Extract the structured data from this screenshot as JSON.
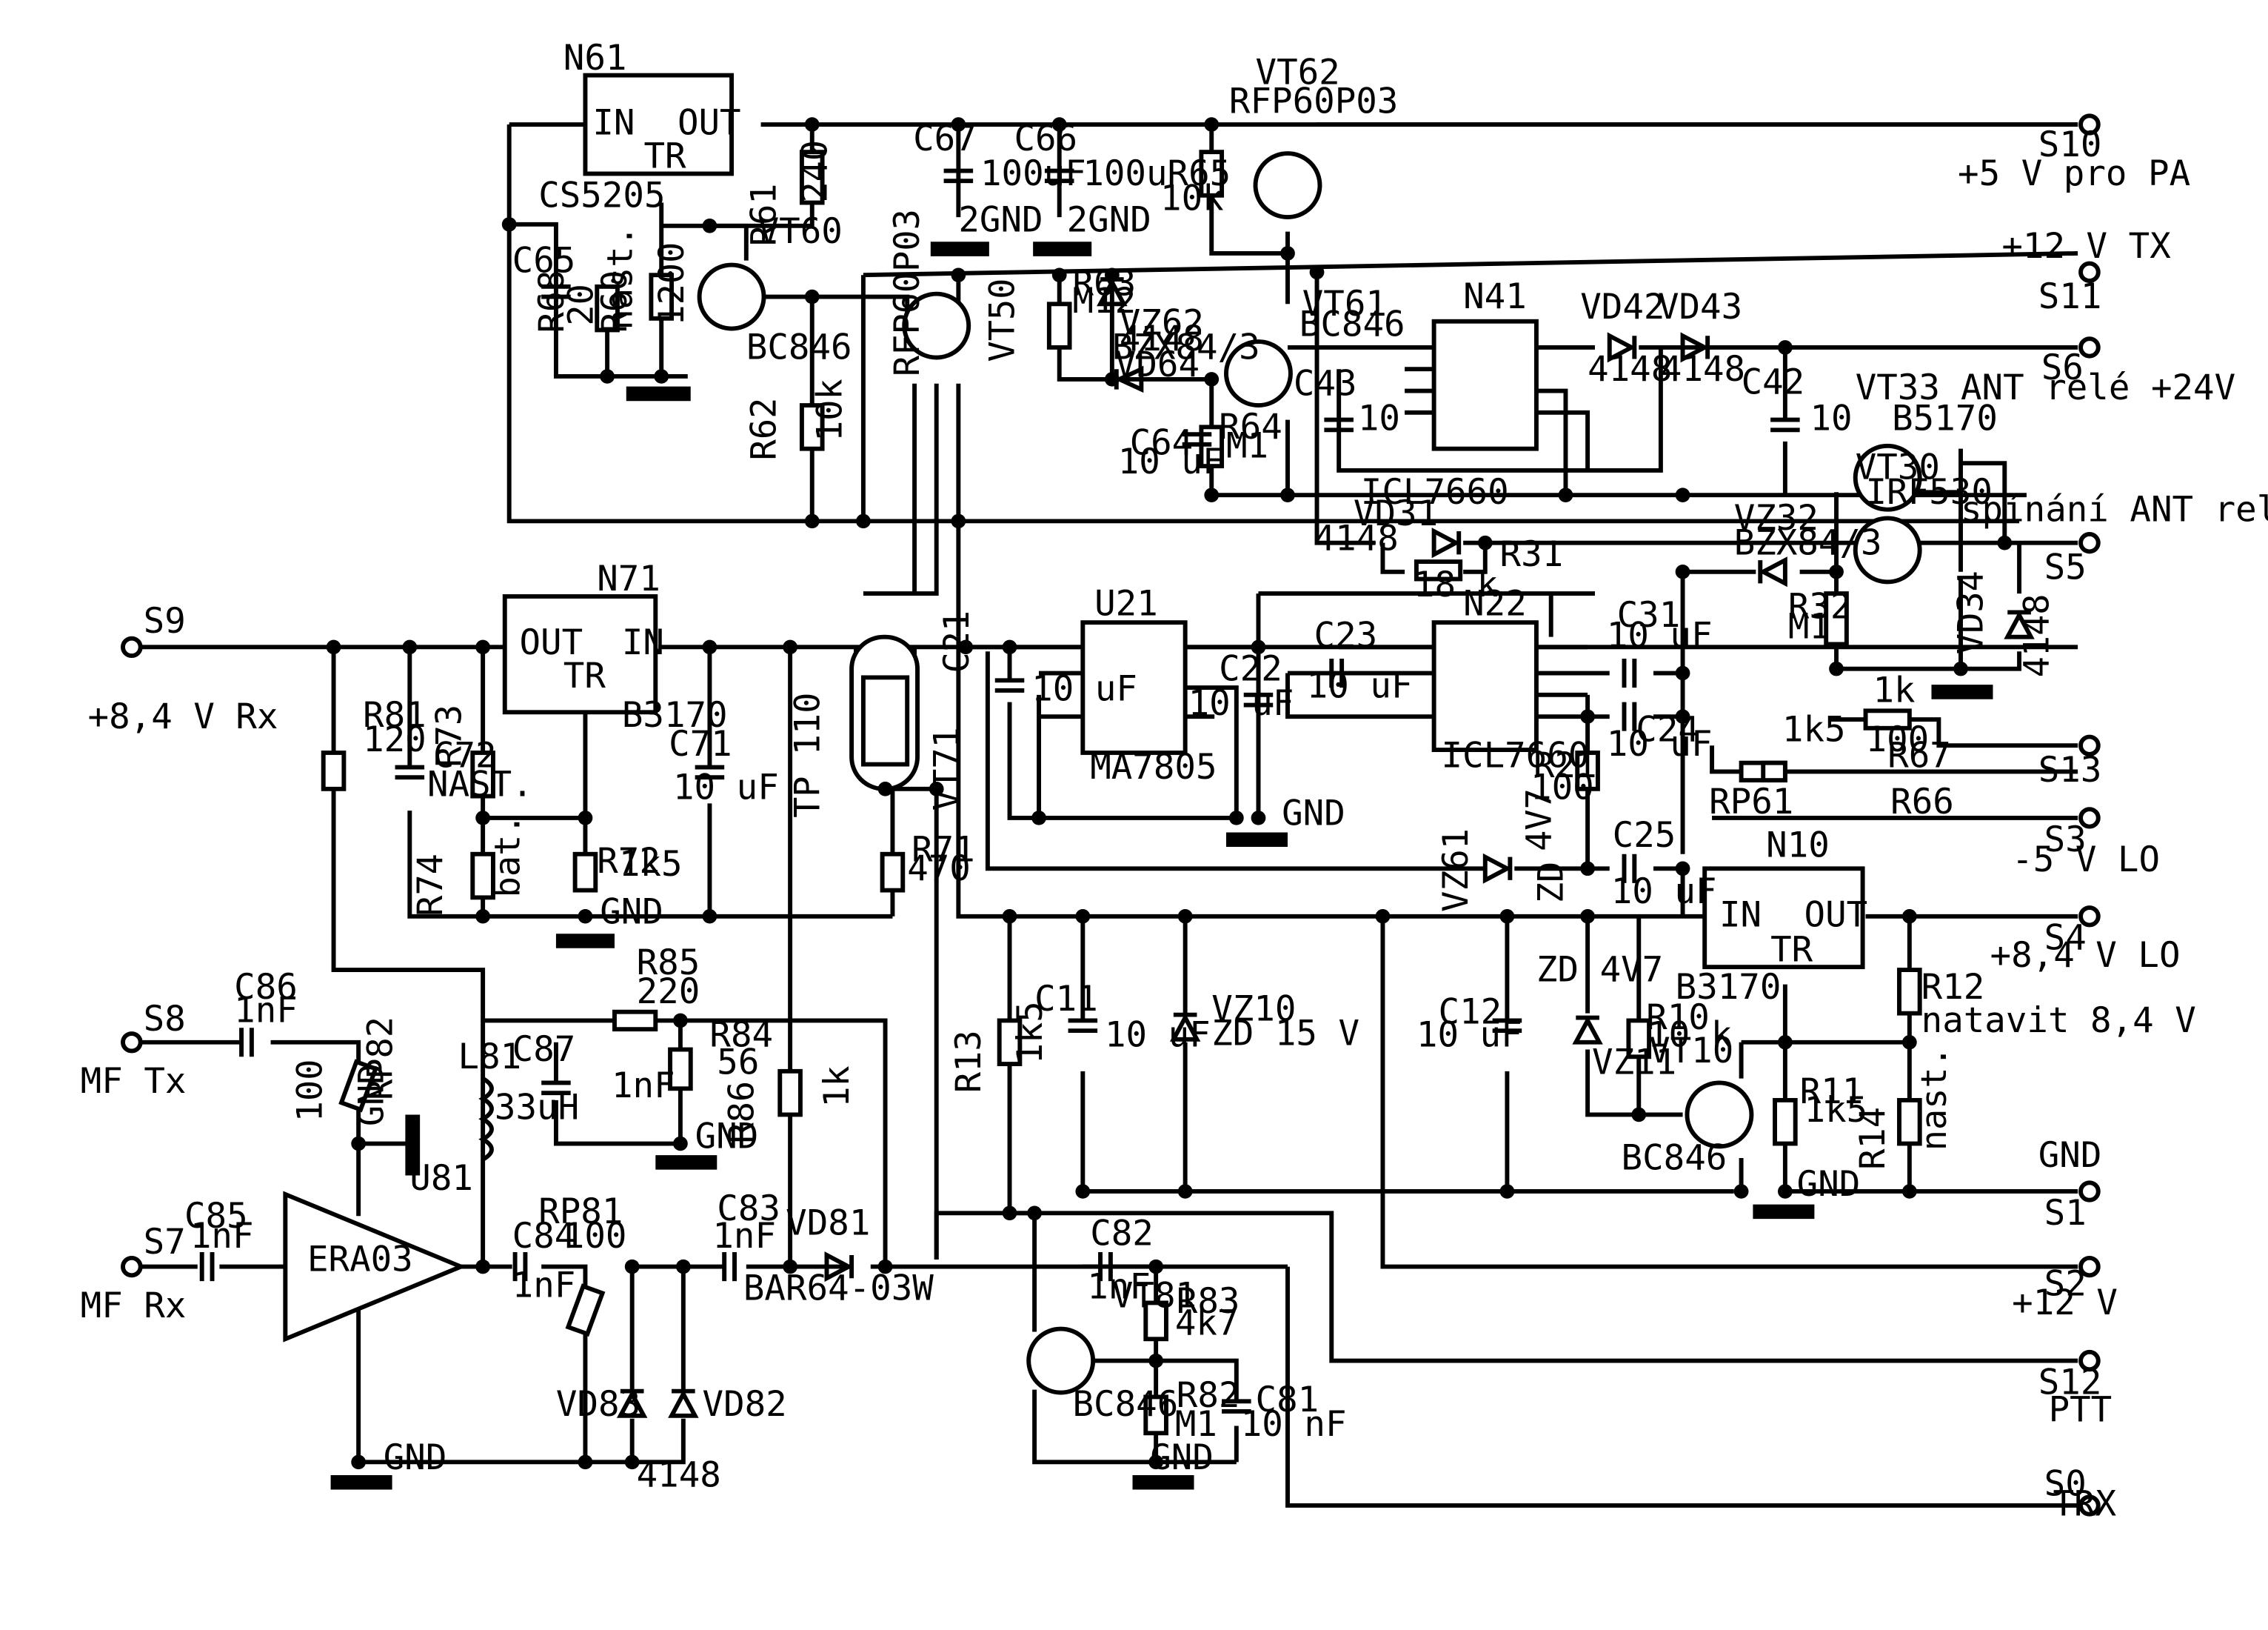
{
  "connectors": [
    {
      "id": "S10",
      "desc": "+5 V pro PA"
    },
    {
      "id": "",
      "desc": "+12 V TX"
    },
    {
      "id": "S11",
      "desc": ""
    },
    {
      "id": "S6",
      "desc": "ANT relé +24V"
    },
    {
      "id": "S5",
      "desc": "spínání ANT relé"
    },
    {
      "id": "S13",
      "desc": ""
    },
    {
      "id": "S3",
      "desc": "-5 V LO"
    },
    {
      "id": "S4",
      "desc": "+8,4 V LO"
    },
    {
      "id": "",
      "desc": "GND"
    },
    {
      "id": "S1",
      "desc": ""
    },
    {
      "id": "S2",
      "desc": "+12 V"
    },
    {
      "id": "S12",
      "desc": "PTT"
    },
    {
      "id": "S0",
      "desc": "TRX"
    },
    {
      "id": "S9",
      "desc": "+8,4 V Rx"
    },
    {
      "id": "S8",
      "desc": "MF Tx"
    },
    {
      "id": "S7",
      "desc": "MF Rx"
    }
  ],
  "ics": {
    "N61": {
      "name": "N61",
      "type": "CS5205",
      "in": "IN",
      "out": "OUT",
      "tr": "TR"
    },
    "N71": {
      "name": "N71",
      "type": "B3170",
      "in": "IN",
      "out": "OUT",
      "tr": "TR"
    },
    "N10": {
      "name": "N10",
      "type": "B3170",
      "in": "IN",
      "out": "OUT",
      "tr": "TR"
    },
    "N41": {
      "name": "N41",
      "type": "ICL7660"
    },
    "N22": {
      "name": "N22",
      "type": "ICL7660"
    },
    "U21": {
      "name": "U21",
      "type": "MA7805"
    },
    "U81": {
      "name": "U81"
    },
    "amp": {
      "type": "ERA03"
    }
  },
  "labels": [
    {
      "t": "N61"
    },
    {
      "t": "CS5205"
    },
    {
      "t": "C65"
    },
    {
      "t": "R68"
    },
    {
      "t": "20"
    },
    {
      "t": "R60"
    },
    {
      "t": "nast."
    },
    {
      "t": "1200"
    },
    {
      "t": "R61"
    },
    {
      "t": "240"
    },
    {
      "t": "VT60"
    },
    {
      "t": "BC846"
    },
    {
      "t": "R62"
    },
    {
      "t": "10k"
    },
    {
      "t": "C67"
    },
    {
      "t": "100uF"
    },
    {
      "t": "C66"
    },
    {
      "t": "100uR65"
    },
    {
      "t": "10k"
    },
    {
      "t": "2GND"
    },
    {
      "t": "2GND"
    },
    {
      "t": "VT62"
    },
    {
      "t": "RFP60P03"
    },
    {
      "t": "RFP60P03"
    },
    {
      "t": "VT50"
    },
    {
      "t": "R63"
    },
    {
      "t": "M12"
    },
    {
      "t": "VZ62"
    },
    {
      "t": "4148"
    },
    {
      "t": "BZX84/3"
    },
    {
      "t": "VD64"
    },
    {
      "t": "VT61"
    },
    {
      "t": "BC846"
    },
    {
      "t": "C43"
    },
    {
      "t": "C64"
    },
    {
      "t": "10 uF"
    },
    {
      "t": "R64"
    },
    {
      "t": "M1"
    },
    {
      "t": "N41"
    },
    {
      "t": "ICL7660"
    },
    {
      "t": "10"
    },
    {
      "t": "VD42"
    },
    {
      "t": "VD43"
    },
    {
      "t": "4148"
    },
    {
      "t": "4148"
    },
    {
      "t": "C42"
    },
    {
      "t": "10"
    },
    {
      "t": "VT33"
    },
    {
      "t": "B5170"
    },
    {
      "t": "VT30"
    },
    {
      "t": "IRF530"
    },
    {
      "t": "VD31"
    },
    {
      "t": "4148"
    },
    {
      "t": "R31"
    },
    {
      "t": "18 k"
    },
    {
      "t": "VZ32"
    },
    {
      "t": "BZX84/3"
    },
    {
      "t": "R32"
    },
    {
      "t": "M1"
    },
    {
      "t": "VD34"
    },
    {
      "t": "4148"
    },
    {
      "t": "N71"
    },
    {
      "t": "B3170"
    },
    {
      "t": "R81"
    },
    {
      "t": "120"
    },
    {
      "t": "C72"
    },
    {
      "t": "R73"
    },
    {
      "t": "NAST."
    },
    {
      "t": "bat."
    },
    {
      "t": "R72"
    },
    {
      "t": "1k5"
    },
    {
      "t": "R74"
    },
    {
      "t": "C71"
    },
    {
      "t": "10 uF"
    },
    {
      "t": "GND"
    },
    {
      "t": "TP 110"
    },
    {
      "t": "R71"
    },
    {
      "t": "470"
    },
    {
      "t": "VT71"
    },
    {
      "t": "U21"
    },
    {
      "t": "MA7805"
    },
    {
      "t": "C21"
    },
    {
      "t": "10 uF"
    },
    {
      "t": "C22"
    },
    {
      "t": "10 uF"
    },
    {
      "t": "GND"
    },
    {
      "t": "N22"
    },
    {
      "t": "ICL7660"
    },
    {
      "t": "C23"
    },
    {
      "t": "10 uF"
    },
    {
      "t": "C31"
    },
    {
      "t": "10 uF"
    },
    {
      "t": "C24"
    },
    {
      "t": "10 uF"
    },
    {
      "t": "R21"
    },
    {
      "t": "100"
    },
    {
      "t": "1k"
    },
    {
      "t": "1k5"
    },
    {
      "t": "100"
    },
    {
      "t": "R67"
    },
    {
      "t": "RP61"
    },
    {
      "t": "R66"
    },
    {
      "t": "C25"
    },
    {
      "t": "10 uF"
    },
    {
      "t": "VZ61"
    },
    {
      "t": "4V7"
    },
    {
      "t": "ZD"
    },
    {
      "t": "C11"
    },
    {
      "t": "10 uF"
    },
    {
      "t": "VZ10"
    },
    {
      "t": "ZD 15 V"
    },
    {
      "t": "R13"
    },
    {
      "t": "1k5"
    },
    {
      "t": "C12"
    },
    {
      "t": "10 uF"
    },
    {
      "t": "ZD 4V7"
    },
    {
      "t": "VZ11"
    },
    {
      "t": "R10"
    },
    {
      "t": "10 k"
    },
    {
      "t": "VT10"
    },
    {
      "t": "N10"
    },
    {
      "t": "B3170"
    },
    {
      "t": "BC846"
    },
    {
      "t": "R11"
    },
    {
      "t": "1k5"
    },
    {
      "t": "GND"
    },
    {
      "t": "R12"
    },
    {
      "t": "natavit 8,4 V"
    },
    {
      "t": "R14"
    },
    {
      "t": "nast."
    },
    {
      "t": "C86"
    },
    {
      "t": "1nF"
    },
    {
      "t": "RP82"
    },
    {
      "t": "100"
    },
    {
      "t": "GND"
    },
    {
      "t": "U81"
    },
    {
      "t": "R85"
    },
    {
      "t": "220"
    },
    {
      "t": "L81"
    },
    {
      "t": "33uH"
    },
    {
      "t": "C87"
    },
    {
      "t": "1nF"
    },
    {
      "t": "R84"
    },
    {
      "t": "56"
    },
    {
      "t": "GND"
    },
    {
      "t": "R86"
    },
    {
      "t": "1k"
    },
    {
      "t": "C85"
    },
    {
      "t": "1nF"
    },
    {
      "t": "ERA03"
    },
    {
      "t": "GND"
    },
    {
      "t": "C84"
    },
    {
      "t": "1nF"
    },
    {
      "t": "RP81"
    },
    {
      "t": "100"
    },
    {
      "t": "VD83"
    },
    {
      "t": "VD82"
    },
    {
      "t": "4148"
    },
    {
      "t": "C83"
    },
    {
      "t": "1nF"
    },
    {
      "t": "VD81"
    },
    {
      "t": "BAR64-03W"
    },
    {
      "t": "C82"
    },
    {
      "t": "1nF"
    },
    {
      "t": "VT81"
    },
    {
      "t": "BC846"
    },
    {
      "t": "R83"
    },
    {
      "t": "4k7"
    },
    {
      "t": "R82"
    },
    {
      "t": "M1"
    },
    {
      "t": "C81"
    },
    {
      "t": "10 nF"
    },
    {
      "t": "GND"
    }
  ]
}
